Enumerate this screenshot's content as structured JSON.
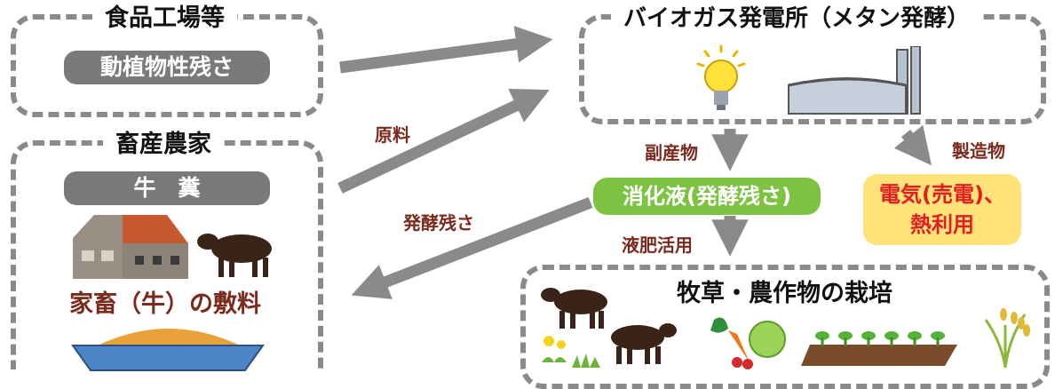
{
  "food_factory": {
    "title": "食品工場等",
    "pill": "動植物性残さ"
  },
  "livestock_farm": {
    "title": "畜産農家",
    "pill": "牛　糞",
    "bedding_caption": "家畜（牛）の敷料"
  },
  "biogas_plant": {
    "title": "バイオガス発電所（メタン発酵）"
  },
  "digestate": {
    "label": "消化液(発酵残さ)"
  },
  "energy": {
    "line1": "電気(売電)、",
    "line2": "熱利用"
  },
  "cultivation": {
    "title": "牧草・農作物の栽培"
  },
  "flow_labels": {
    "raw_material": "原料",
    "fermentation_residue": "発酵残さ",
    "byproduct": "副産物",
    "product": "製造物",
    "liquid_fertilizer_use": "液肥活用"
  },
  "colors": {
    "box_border": "#8a8a8a",
    "pill_bg": "#7a7a7a",
    "arrow": "#8a8a8a",
    "label_brown": "#7b2b1e",
    "digestate_green": "#7ec242",
    "energy_yellow": "#ffe27a",
    "energy_text": "#e02020"
  }
}
